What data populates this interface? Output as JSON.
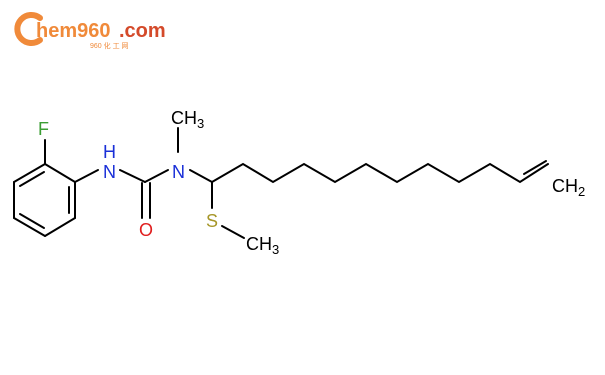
{
  "logo": {
    "brand_c": "C",
    "brand_rest": "hem960",
    "brand_suffix": ".com",
    "tagline": "960 化 工 网",
    "brand_color": "#f08a3a",
    "suffix_color": "#d44a2a"
  },
  "molecule": {
    "atoms": {
      "fluorine": "F",
      "amide_nitrogen": "N",
      "amide_hydrogen": "H",
      "methylated_nitrogen": "N",
      "n_methyl": "CH",
      "n_methyl_sub": "3",
      "carbonyl_oxygen": "O",
      "sulfur": "S",
      "s_methyl": "CH",
      "s_methyl_sub": "3",
      "terminal_alkene": "CH",
      "terminal_alkene_sub": "2"
    },
    "colors": {
      "bond": "#000000",
      "fluorine": "#3a9d33",
      "nitrogen": "#1a2fd8",
      "oxygen": "#e01e1e",
      "sulfur": "#a69628",
      "carbon_label": "#000000"
    }
  }
}
